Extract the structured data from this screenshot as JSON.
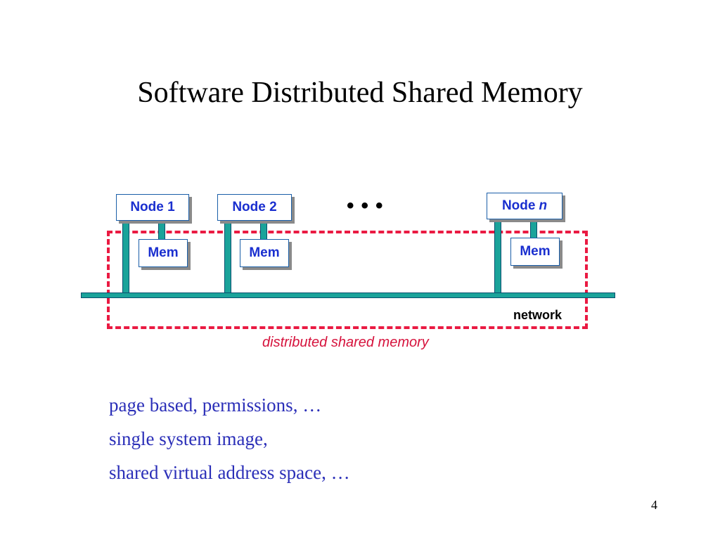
{
  "slide": {
    "title": "Software Distributed Shared Memory",
    "page_number": "4"
  },
  "diagram": {
    "nodes": [
      {
        "label": "Node 1",
        "mem_label": "Mem"
      },
      {
        "label": "Node 2",
        "mem_label": "Mem"
      },
      {
        "label": "Node",
        "label_italic": "n",
        "mem_label": "Mem"
      }
    ],
    "ellipsis": "•••",
    "network_label": "network",
    "region_label": "distributed shared memory",
    "colors": {
      "node_text": "#1a2fcf",
      "bus": "#1aa39a",
      "region_border": "#ea1a42",
      "region_label": "#d6123c",
      "bullet_text": "#2b2fb8"
    }
  },
  "bullets": [
    "page based, permissions, …",
    "single system image,",
    "shared virtual address space, …"
  ]
}
